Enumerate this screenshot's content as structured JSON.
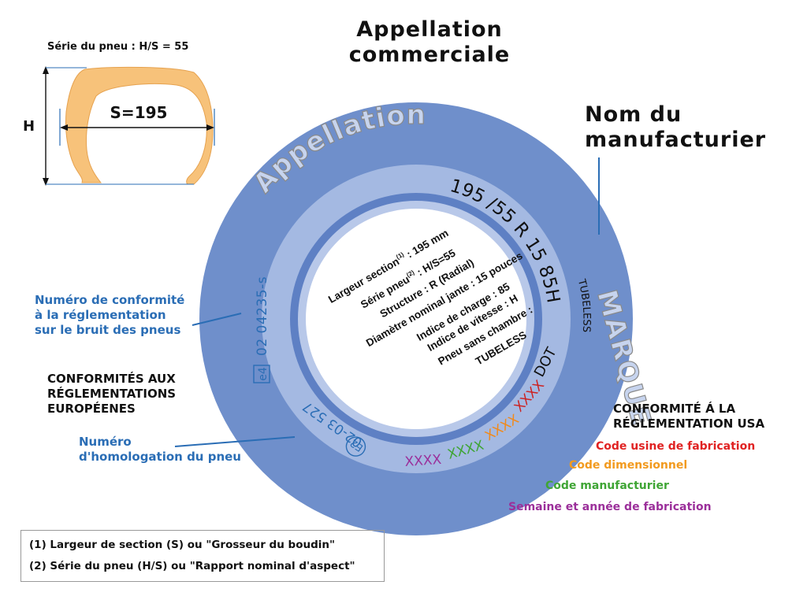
{
  "title_appellation": [
    "Appellation",
    "commerciale"
  ],
  "title_manufacturer": [
    "Nom du",
    "manufacturier"
  ],
  "profile": {
    "series_label": "Série du pneu : H/S = 55",
    "width_label": "S=195",
    "height_label": "H"
  },
  "tire": {
    "appellation": "Appellation",
    "size_code": "195 /55 R 15  85H",
    "brand": "MARQUE",
    "noise_code": "02 04235-s",
    "noise_mark": "e4",
    "homolog_code": "02-03 527",
    "homolog_mark": "E2",
    "tubeless": "TUBELESS",
    "dot": "DOT",
    "xxxx": "XXXX",
    "dot_colors": [
      "#cc2222",
      "#f08a1c",
      "#3fa535",
      "#9b2f9a"
    ]
  },
  "center_lines": [
    {
      "pre": "Largeur section",
      "sup": "(1)",
      "post": " : 195 mm"
    },
    {
      "pre": "Série pneu",
      "sup": "(2)",
      "post": " : H/S=55"
    },
    {
      "pre": "Structure : R (Radial)",
      "sup": "",
      "post": ""
    },
    {
      "pre": "Diamètre nominal jante : 15 pouces",
      "sup": "",
      "post": ""
    },
    {
      "pre": "Indice de charge : 85",
      "sup": "",
      "post": ""
    },
    {
      "pre": "Indice de vitesse : H",
      "sup": "",
      "post": ""
    },
    {
      "pre": "Pneu sans chambre :",
      "sup": "",
      "post": ""
    },
    {
      "pre": "TUBELESS",
      "sup": "",
      "post": ""
    }
  ],
  "labels": {
    "noise": [
      "Numéro de conformité",
      "à la  réglementation",
      "sur le bruit des pneus"
    ],
    "eu": [
      "CONFORMITÉS AUX",
      "RÉGLEMENTATIONS",
      "EUROPÉENES"
    ],
    "homolog": [
      "Numéro",
      "d'homologation du pneu"
    ],
    "usa": [
      "CONFORMITÉ Á LA",
      "RÉGLEMENTATION USA"
    ]
  },
  "usa_items": [
    {
      "text": "Code usine de fabrication",
      "color": "#e02222"
    },
    {
      "text": "Code dimensionnel",
      "color": "#f29a1e"
    },
    {
      "text": "Code manufacturier",
      "color": "#3fa535"
    },
    {
      "text": "Semaine et année de fabrication",
      "color": "#9b2f9a"
    }
  ],
  "footnotes": [
    "(1) Largeur de section (S) ou \"Grosseur du boudin\"",
    "(2) Série du pneu (H/S) ou \"Rapport nominal d'aspect\""
  ],
  "colors": {
    "outer_ring": "#6f8fcb",
    "inner_ring": "#a4b9e2",
    "rim_band": "#5e80c4",
    "profile_fill": "#f7c27a",
    "blue_text": "#2a6db5"
  }
}
